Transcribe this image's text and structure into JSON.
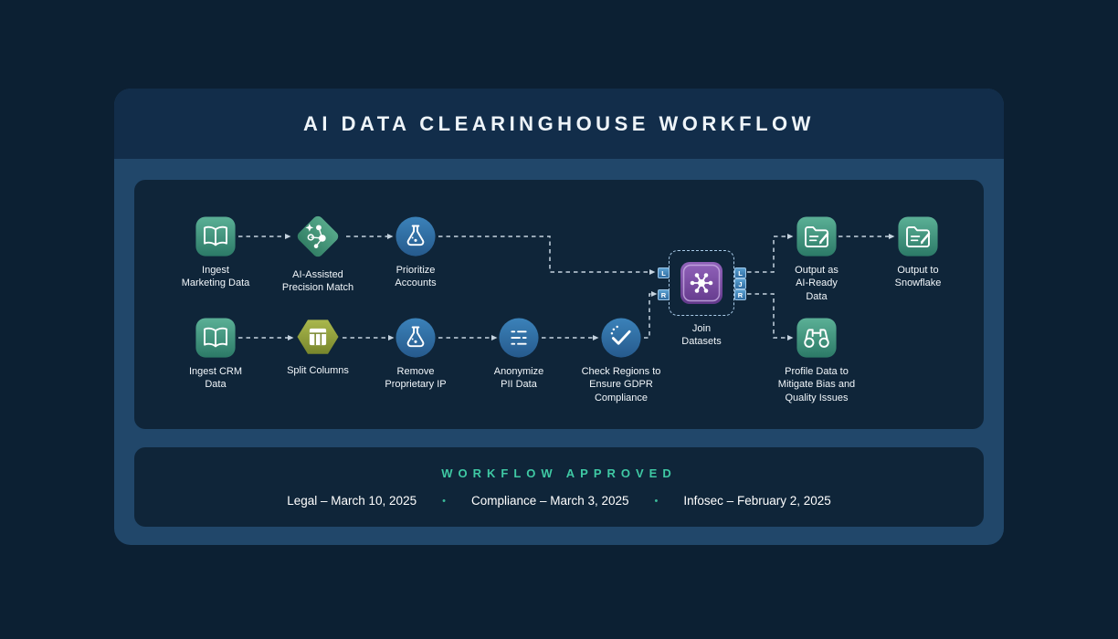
{
  "header": {
    "title": "AI DATA CLEARINGHOUSE WORKFLOW"
  },
  "flow": {
    "nodes": [
      {
        "id": "ingest-marketing",
        "label": "Ingest\nMarketing Data",
        "icon": "book-icon"
      },
      {
        "id": "precision-match",
        "label": "AI-Assisted\nPrecision Match",
        "icon": "precision-match-icon"
      },
      {
        "id": "prioritize-accounts",
        "label": "Prioritize\nAccounts",
        "icon": "flask-icon"
      },
      {
        "id": "ingest-crm",
        "label": "Ingest CRM\nData",
        "icon": "book-icon"
      },
      {
        "id": "split-columns",
        "label": "Split Columns",
        "icon": "table-columns-icon"
      },
      {
        "id": "remove-ip",
        "label": "Remove\nProprietary IP",
        "icon": "flask-icon"
      },
      {
        "id": "anonymize-pii",
        "label": "Anonymize\nPII Data",
        "icon": "anonymize-icon"
      },
      {
        "id": "gdpr-check",
        "label": "Check Regions to\nEnsure GDPR\nCompliance",
        "icon": "check-icon"
      },
      {
        "id": "join-datasets",
        "label": "Join\nDatasets",
        "icon": "join-hub-icon"
      },
      {
        "id": "output-ai-ready",
        "label": "Output as\nAI-Ready\nData",
        "icon": "folder-output-icon"
      },
      {
        "id": "output-snowflake",
        "label": "Output to\nSnowflake",
        "icon": "folder-output-icon"
      },
      {
        "id": "profile-data",
        "label": "Profile Data to\nMitigate Bias and\nQuality Issues",
        "icon": "binoculars-icon"
      }
    ],
    "join_anchors": {
      "left": [
        "L",
        "R"
      ],
      "right": [
        "L",
        "J",
        "R"
      ]
    }
  },
  "approval": {
    "heading": "WORKFLOW APPROVED",
    "items": [
      "Legal – March 10, 2025",
      "Compliance – March 3, 2025",
      "Infosec – February 2, 2025"
    ],
    "separator": "•"
  },
  "colors": {
    "accent_teal": "#3fc9a4",
    "node_teal": "#3e9884",
    "node_olive": "#93a13d",
    "node_blue": "#2e6ca3",
    "node_purple": "#7b4fa3",
    "connector": "#d9e6f1",
    "card": "#21476a",
    "panel": "#0f2539",
    "background": "#0c2033"
  }
}
